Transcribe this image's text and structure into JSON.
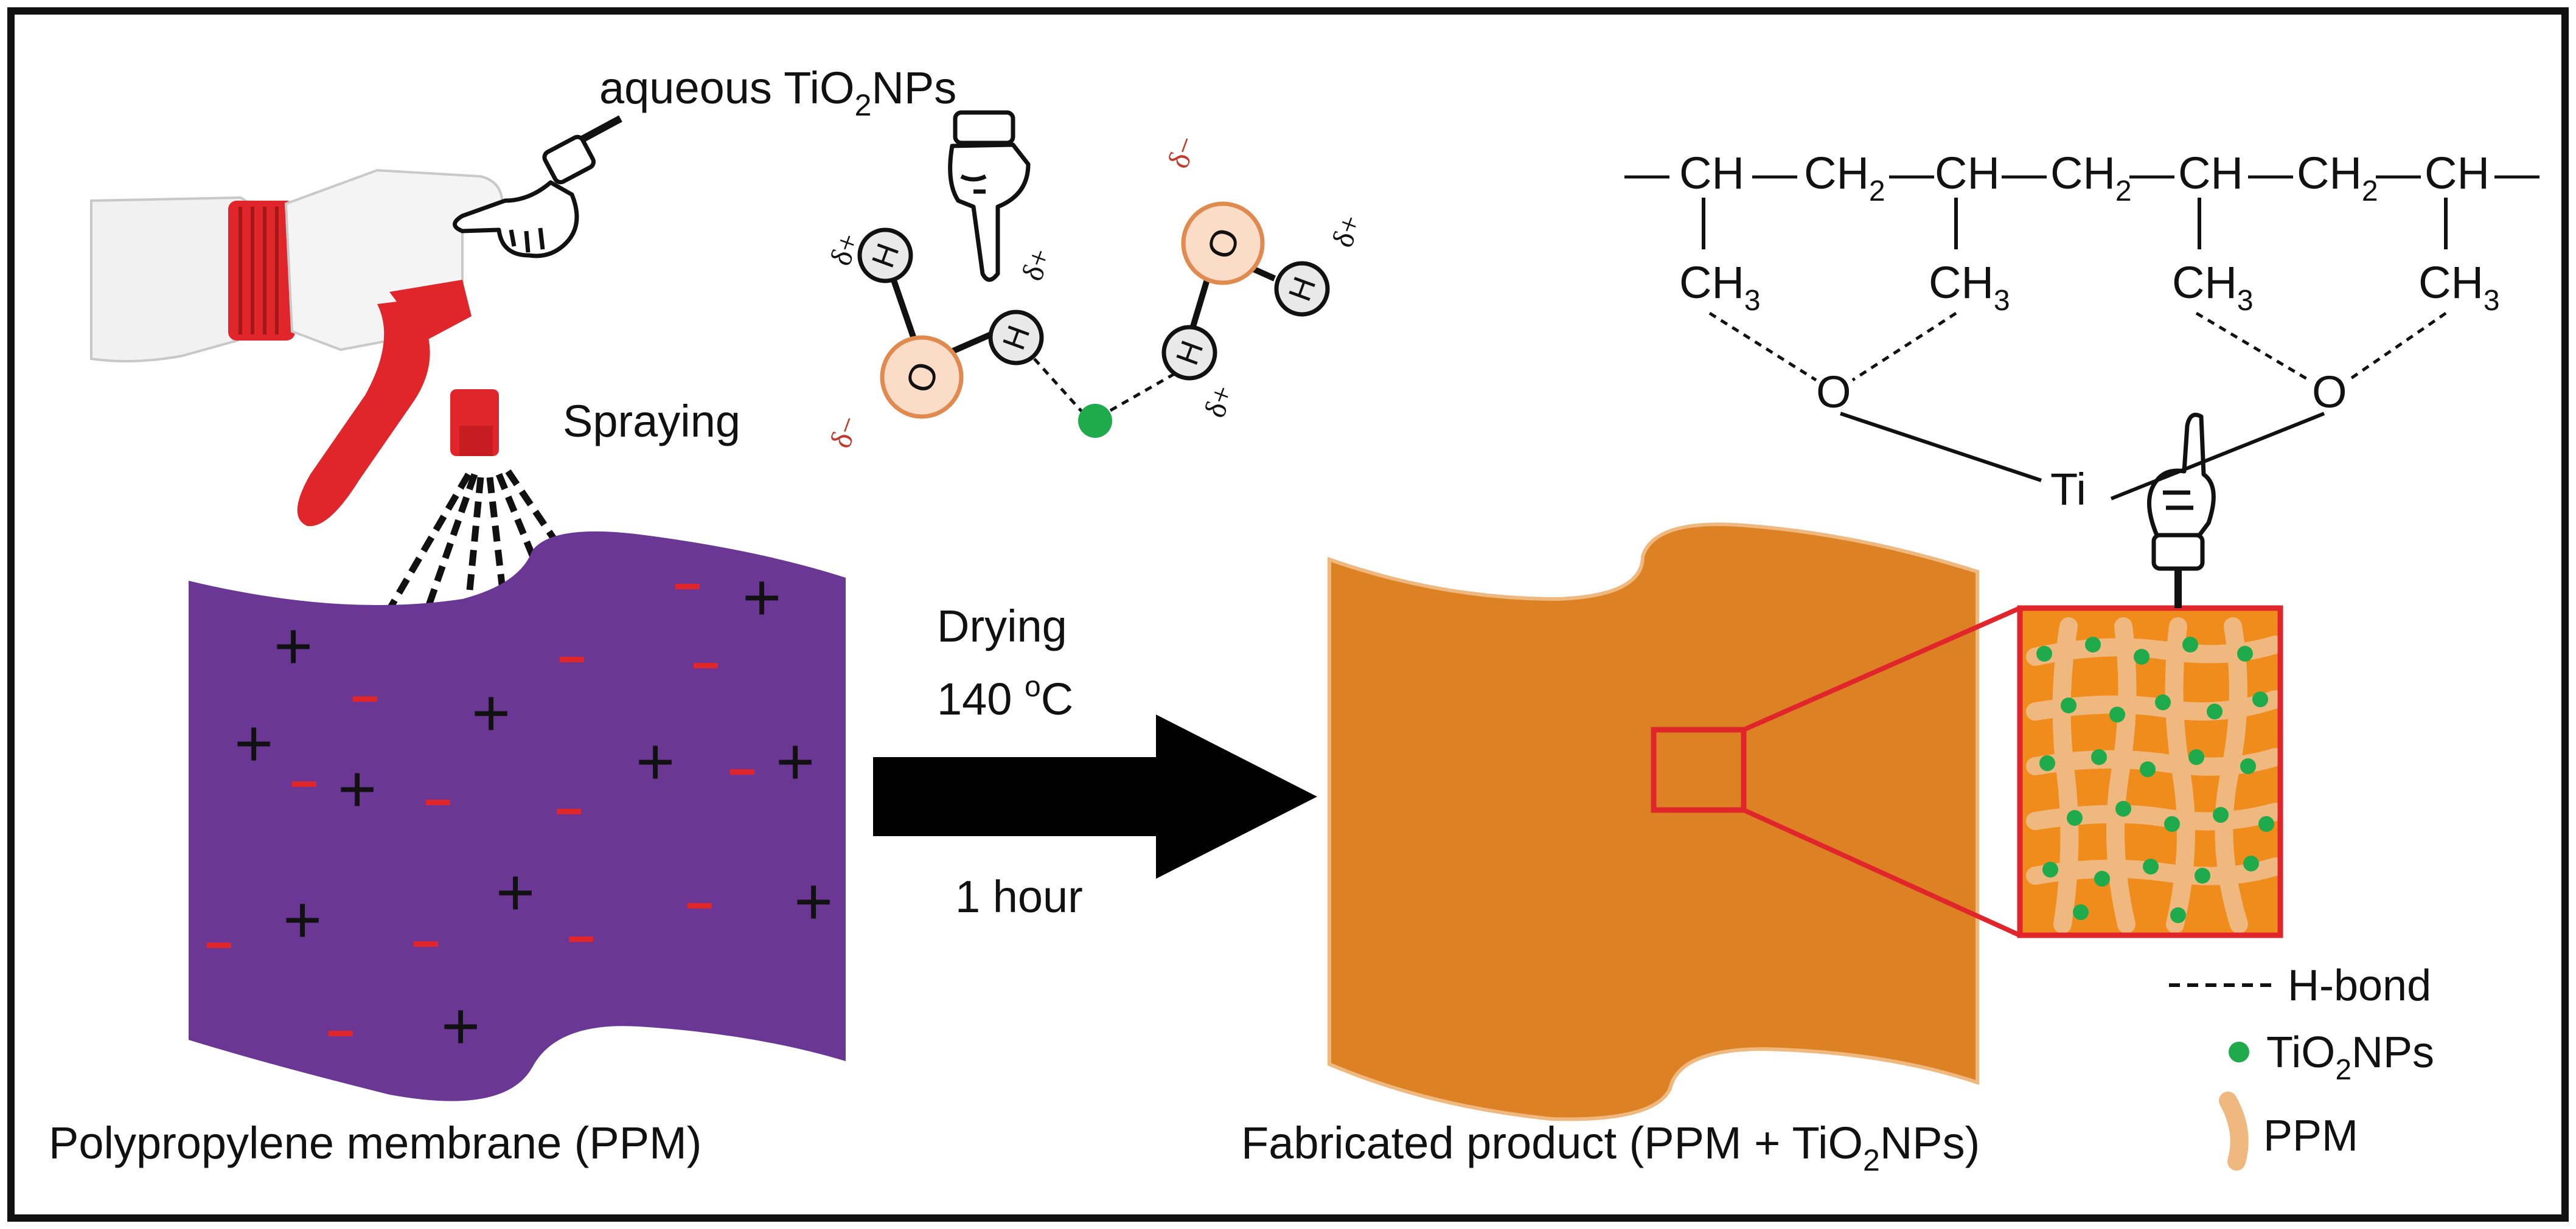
{
  "labels": {
    "top_reagent": "aqueous TiO",
    "top_reagent_sub": "2",
    "top_reagent_tail": "NPs",
    "spraying": "Spraying",
    "drying": "Drying",
    "temperature_value": "140 ",
    "temperature_sup": "o",
    "temperature_unit": "C",
    "duration": "1 hour",
    "left_caption": "Polypropylene membrane (PPM)",
    "right_caption_a": "Fabricated product (PPM + TiO",
    "right_caption_sub": "2",
    "right_caption_b": "NPs)"
  },
  "water_molecules": {
    "oxygen": "O",
    "hydrogen": "H",
    "delta_plus": "δ+",
    "delta_minus": "δ−"
  },
  "membrane_charges": {
    "plus": "+",
    "minus": "−"
  },
  "polymer": {
    "ch": "CH",
    "ch2": "CH",
    "ch2_sub": "2",
    "ch3": "CH",
    "ch3_sub": "3",
    "bond": "—",
    "oxygen": "O",
    "titanium": "Ti"
  },
  "legend": {
    "hbond": "H-bond",
    "tio2_a": "TiO",
    "tio2_sub": "2",
    "tio2_b": "NPs",
    "ppm": "PPM"
  },
  "colors": {
    "membrane_purple": "#6a3894",
    "product_orange": "#dc8124",
    "fiber_tan": "#efb87f",
    "nanoparticle_green": "#1faa4b",
    "highlight_red": "#e0262b",
    "oxygen_fill": "#fbdcc7",
    "oxygen_stroke": "#e08a50",
    "hydrogen_fill": "#e9e9e9"
  },
  "icons": [
    "spray-bottle-icon",
    "pointing-hand-icon",
    "arrow-right-icon"
  ]
}
